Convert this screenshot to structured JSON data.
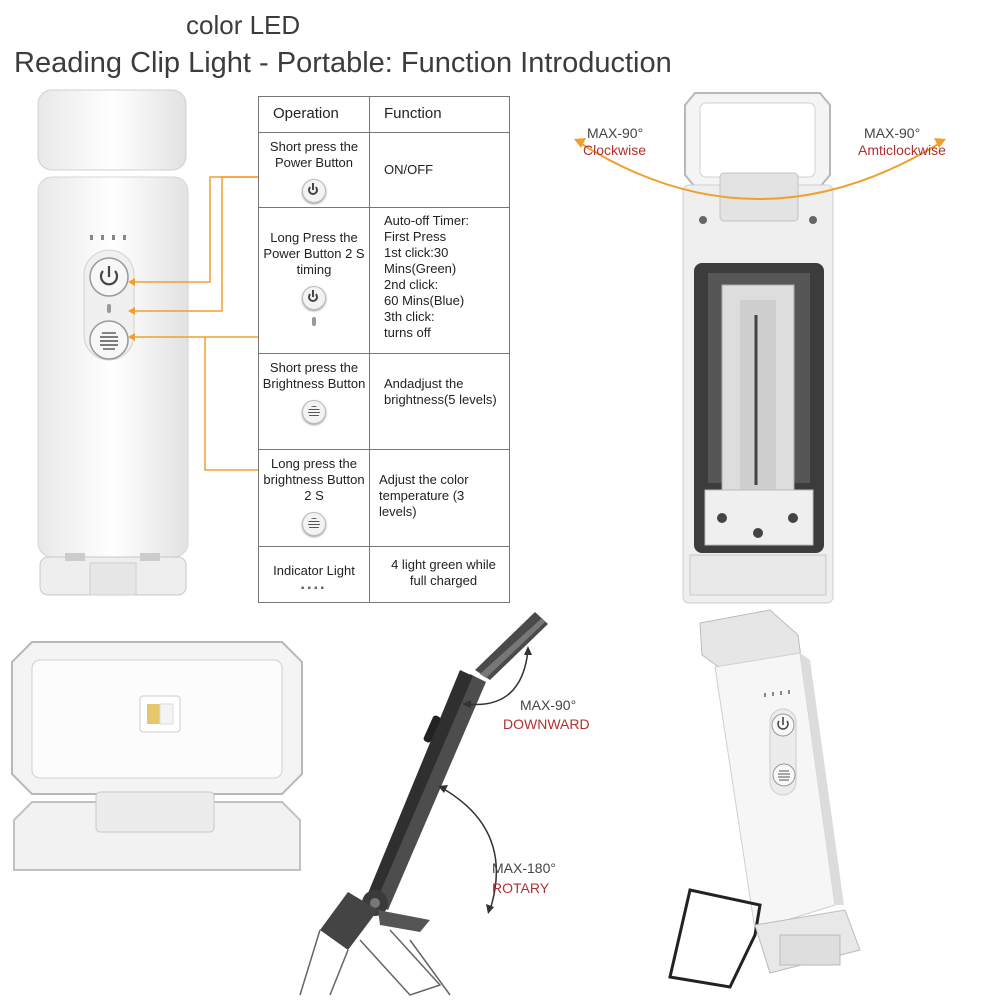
{
  "title": {
    "line1": "color LED",
    "line2": "Reading Clip Light - Portable: Function Introduction"
  },
  "table": {
    "header_operation": "Operation",
    "header_function": "Function",
    "rows": [
      {
        "operation": "Short press the Power Button",
        "function": "ON/OFF",
        "icon": "power-icon"
      },
      {
        "operation": "Long Press the Power Button 2 S timing",
        "function": "Auto-off Timer:\nFirst Press\n1st click:30\nMins(Green)\n2nd click:\n60 Mins(Blue)\n3th click:\nturns off",
        "icon": "power-icon"
      },
      {
        "operation": "Short press the Brightness Button",
        "function": "Andadjust the brightness(5 levels)",
        "icon": "brightness-icon"
      },
      {
        "operation": "Long press the brightness Button 2 S",
        "function": "Adjust the color temperature (3 levels)",
        "icon": "brightness-icon"
      },
      {
        "operation": "Indicator Light",
        "function": "4 light green while full charged",
        "icon": "indicator-dots-icon"
      }
    ]
  },
  "top_right": {
    "left_angle": "MAX-90°",
    "left_dir": "Clockwise",
    "right_angle": "MAX-90°",
    "right_dir": "Amticlockwise"
  },
  "bottom_middle": {
    "angle1": "MAX-90°",
    "dir1": "DOWNWARD",
    "angle2": "MAX-180°",
    "dir2": "ROTARY"
  },
  "colors": {
    "orange_line": "#f0a030",
    "red_text": "#b03030",
    "device_white": "#f5f5f5",
    "device_dark": "#555555"
  }
}
